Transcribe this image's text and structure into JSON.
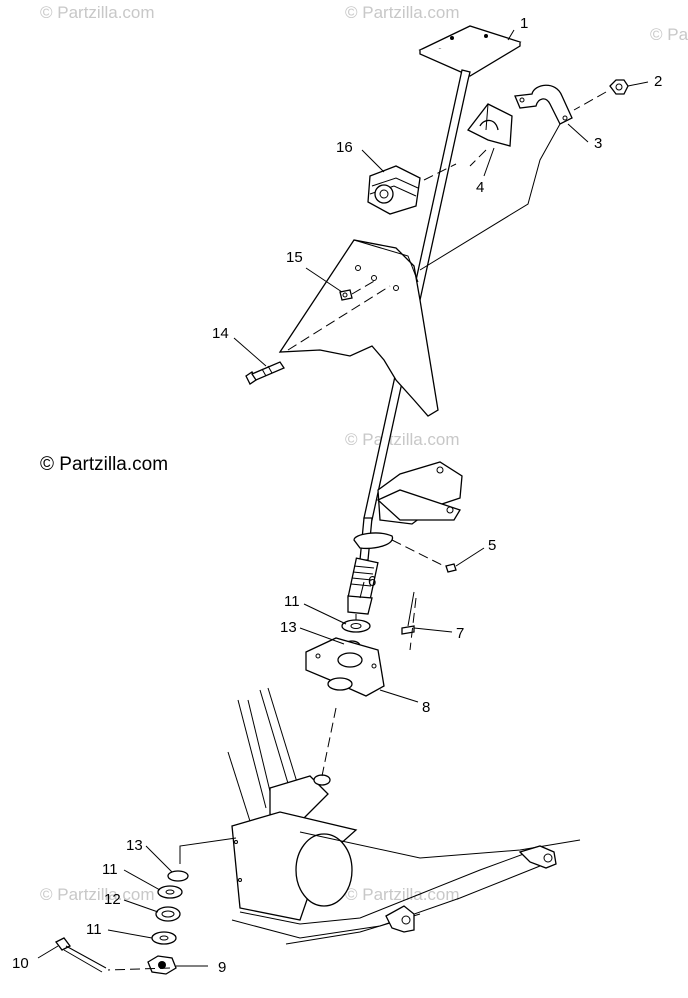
{
  "watermark": {
    "main": "© Partzilla.com",
    "faint": [
      "© Partzilla.com",
      "© Partzilla.com",
      "© Partzilla.com",
      "© Partzilla.com",
      "© Partzilla.com",
      "© Partzilla.com"
    ]
  },
  "callouts": [
    {
      "id": "c1",
      "label": "1"
    },
    {
      "id": "c2",
      "label": "2"
    },
    {
      "id": "c3",
      "label": "3"
    },
    {
      "id": "c4",
      "label": "4"
    },
    {
      "id": "c5",
      "label": "5"
    },
    {
      "id": "c6",
      "label": "6"
    },
    {
      "id": "c7",
      "label": "7"
    },
    {
      "id": "c8",
      "label": "8"
    },
    {
      "id": "c9",
      "label": "9"
    },
    {
      "id": "c10",
      "label": "10"
    },
    {
      "id": "c11a",
      "label": "11"
    },
    {
      "id": "c11b",
      "label": "11"
    },
    {
      "id": "c11c",
      "label": "11"
    },
    {
      "id": "c12",
      "label": "12"
    },
    {
      "id": "c13a",
      "label": "13"
    },
    {
      "id": "c13b",
      "label": "13"
    },
    {
      "id": "c14",
      "label": "14"
    },
    {
      "id": "c15",
      "label": "15"
    },
    {
      "id": "c16",
      "label": "16"
    }
  ]
}
